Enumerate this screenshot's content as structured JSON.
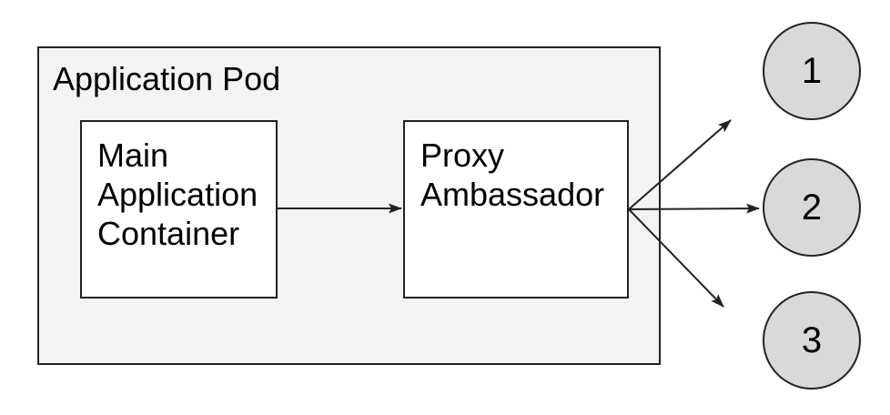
{
  "diagram": {
    "pod": {
      "label": "Application Pod",
      "nodes": [
        {
          "id": "main-application-container",
          "label": "Main Application Container"
        },
        {
          "id": "proxy-ambassador",
          "label": "Proxy Ambassador"
        }
      ]
    },
    "endpoints": [
      {
        "id": "endpoint-1",
        "label": "1"
      },
      {
        "id": "endpoint-2",
        "label": "2"
      },
      {
        "id": "endpoint-3",
        "label": "3"
      }
    ],
    "arrows": [
      {
        "from": "main-application-container",
        "to": "proxy-ambassador"
      },
      {
        "from": "proxy-ambassador",
        "to": "endpoint-1"
      },
      {
        "from": "proxy-ambassador",
        "to": "endpoint-2"
      },
      {
        "from": "proxy-ambassador",
        "to": "endpoint-3"
      }
    ],
    "colors": {
      "pod_fill": "#f3f3f3",
      "node_fill": "#ffffff",
      "endpoint_fill": "#d9d9d9",
      "stroke": "#222222",
      "text": "#000000",
      "background": "#ffffff"
    }
  }
}
